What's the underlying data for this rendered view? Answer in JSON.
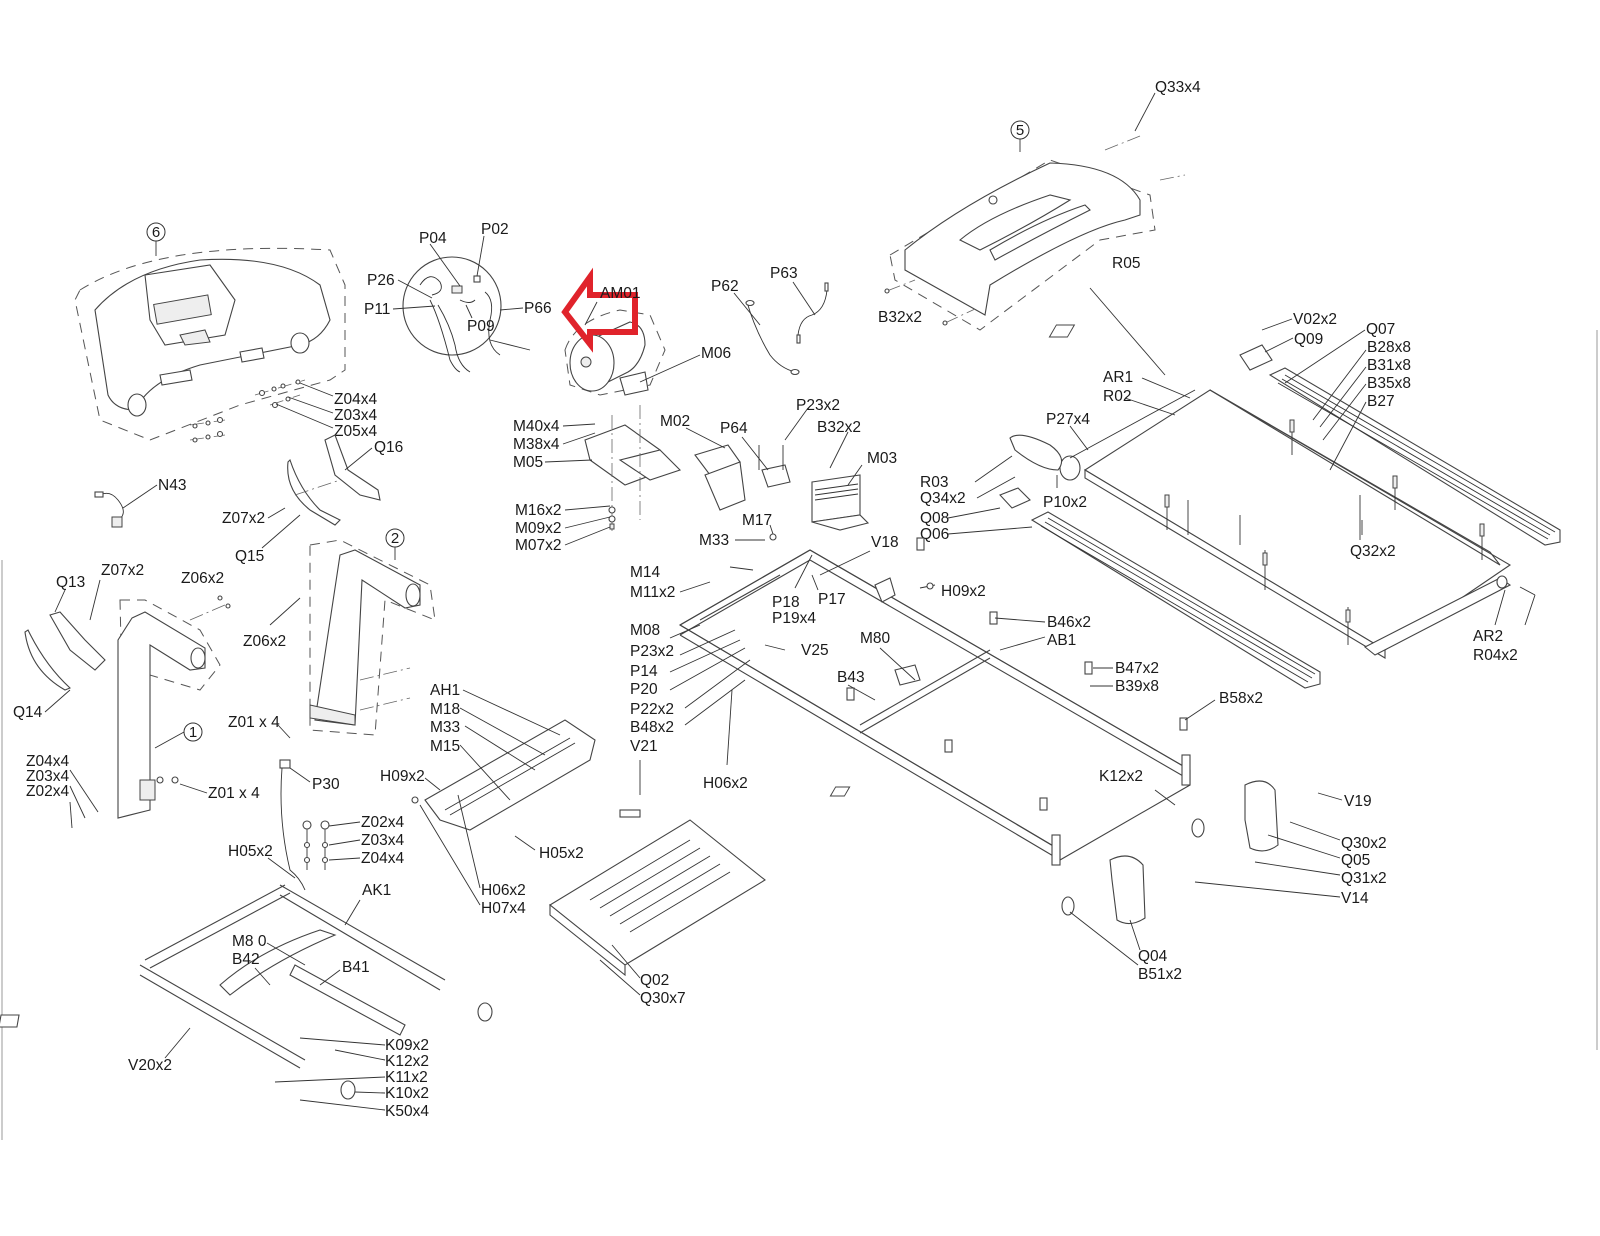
{
  "diagram": {
    "title": "Treadmill exploded parts diagram",
    "highlight": {
      "part": "AM01",
      "marker": "red-arrow",
      "color": "#e0232b"
    },
    "groups": [
      "1",
      "2",
      "5",
      "6"
    ],
    "labels": {
      "q33x4": "Q33x4",
      "g5": "5",
      "b32x2_top": "B32x2",
      "r05": "R05",
      "v02x2": "V02x2",
      "q09": "Q09",
      "q07": "Q07",
      "b28x8": "B28x8",
      "b31x8": "B31x8",
      "b35x8": "B35x8",
      "b27": "B27",
      "ar1": "AR1",
      "r02": "R02",
      "p27x4": "P27x4",
      "r03": "R03",
      "q34x2": "Q34x2",
      "q08": "Q08",
      "q06": "Q06",
      "p10x2": "P10x2",
      "q32x2": "Q32x2",
      "ar2": "AR2",
      "r04x2": "R04x2",
      "g6": "6",
      "p04": "P04",
      "p02": "P02",
      "p26": "P26",
      "p11": "P11",
      "p09": "P09",
      "p66": "P66",
      "am01": "AM01",
      "p62": "P62",
      "p63": "P63",
      "m06": "M06",
      "z04x4_top": "Z04x4",
      "z03x4_top": "Z03x4",
      "z05x4_top": "Z05x4",
      "q16": "Q16",
      "n43": "N43",
      "z07x2_a": "Z07x2",
      "q15": "Q15",
      "g2": "2",
      "m40x4": "M40x4",
      "m38x4": "M38x4",
      "m05": "M05",
      "m02": "M02",
      "p64": "P64",
      "p23x2_top": "P23x2",
      "b32x2_mid": "B32x2",
      "m03": "M03",
      "m16x2": "M16x2",
      "m09x2": "M09x2",
      "m07x2": "M07x2",
      "m17": "M17",
      "m33_top": "M33",
      "v18": "V18",
      "m14": "M14",
      "m11x2": "M11x2",
      "p18": "P18",
      "p17": "P17",
      "p19x4": "P19x4",
      "h09x2_right": "H09x2",
      "m08": "M08",
      "p23x2_mid": "P23x2",
      "p14": "P14",
      "p20": "P20",
      "p22x2": "P22x2",
      "b48x2": "B48x2",
      "v21": "V21",
      "v25": "V25",
      "m80_top": "M80",
      "b43": "B43",
      "b46x2": "B46x2",
      "ab1": "AB1",
      "b47x2": "B47x2",
      "b39x8": "B39x8",
      "b58x2": "B58x2",
      "h06x2_mid": "H06x2",
      "k12x2_right": "K12x2",
      "v19": "V19",
      "q30x2": "Q30x2",
      "q05": "Q05",
      "q31x2": "Q31x2",
      "v14": "V14",
      "q04": "Q04",
      "b51x2": "B51x2",
      "q02": "Q02",
      "q30x7": "Q30x7",
      "q13": "Q13",
      "z07x2_b": "Z07x2",
      "z06x2_a": "Z06x2",
      "z06x2_b": "Z06x2",
      "q14": "Q14",
      "z01x4_a": "Z01 x 4",
      "g1": "1",
      "z04x4_left": "Z04x4",
      "z03x4_left": "Z03x4",
      "z02x4_left": "Z02x4",
      "z01x4_b": "Z01 x 4",
      "p30": "P30",
      "ah1": "AH1",
      "m18": "M18",
      "m33_low": "M33",
      "m15": "M15",
      "h09x2_left": "H09x2",
      "z02x4_mid": "Z02x4",
      "z03x4_mid": "Z03x4",
      "z04x4_mid": "Z04x4",
      "h05x2_a": "H05x2",
      "h05x2_b": "H05x2",
      "h06x2_low": "H06x2",
      "h07x4": "H07x4",
      "ak1": "AK1",
      "m80_low": "M8 0",
      "b42": "B42",
      "b41": "B41",
      "k09x2": "K09x2",
      "k12x2_low": "K12x2",
      "k11x2": "K11x2",
      "k10x2": "K10x2",
      "k50x4": "K50x4",
      "v20x2": "V20x2"
    }
  }
}
